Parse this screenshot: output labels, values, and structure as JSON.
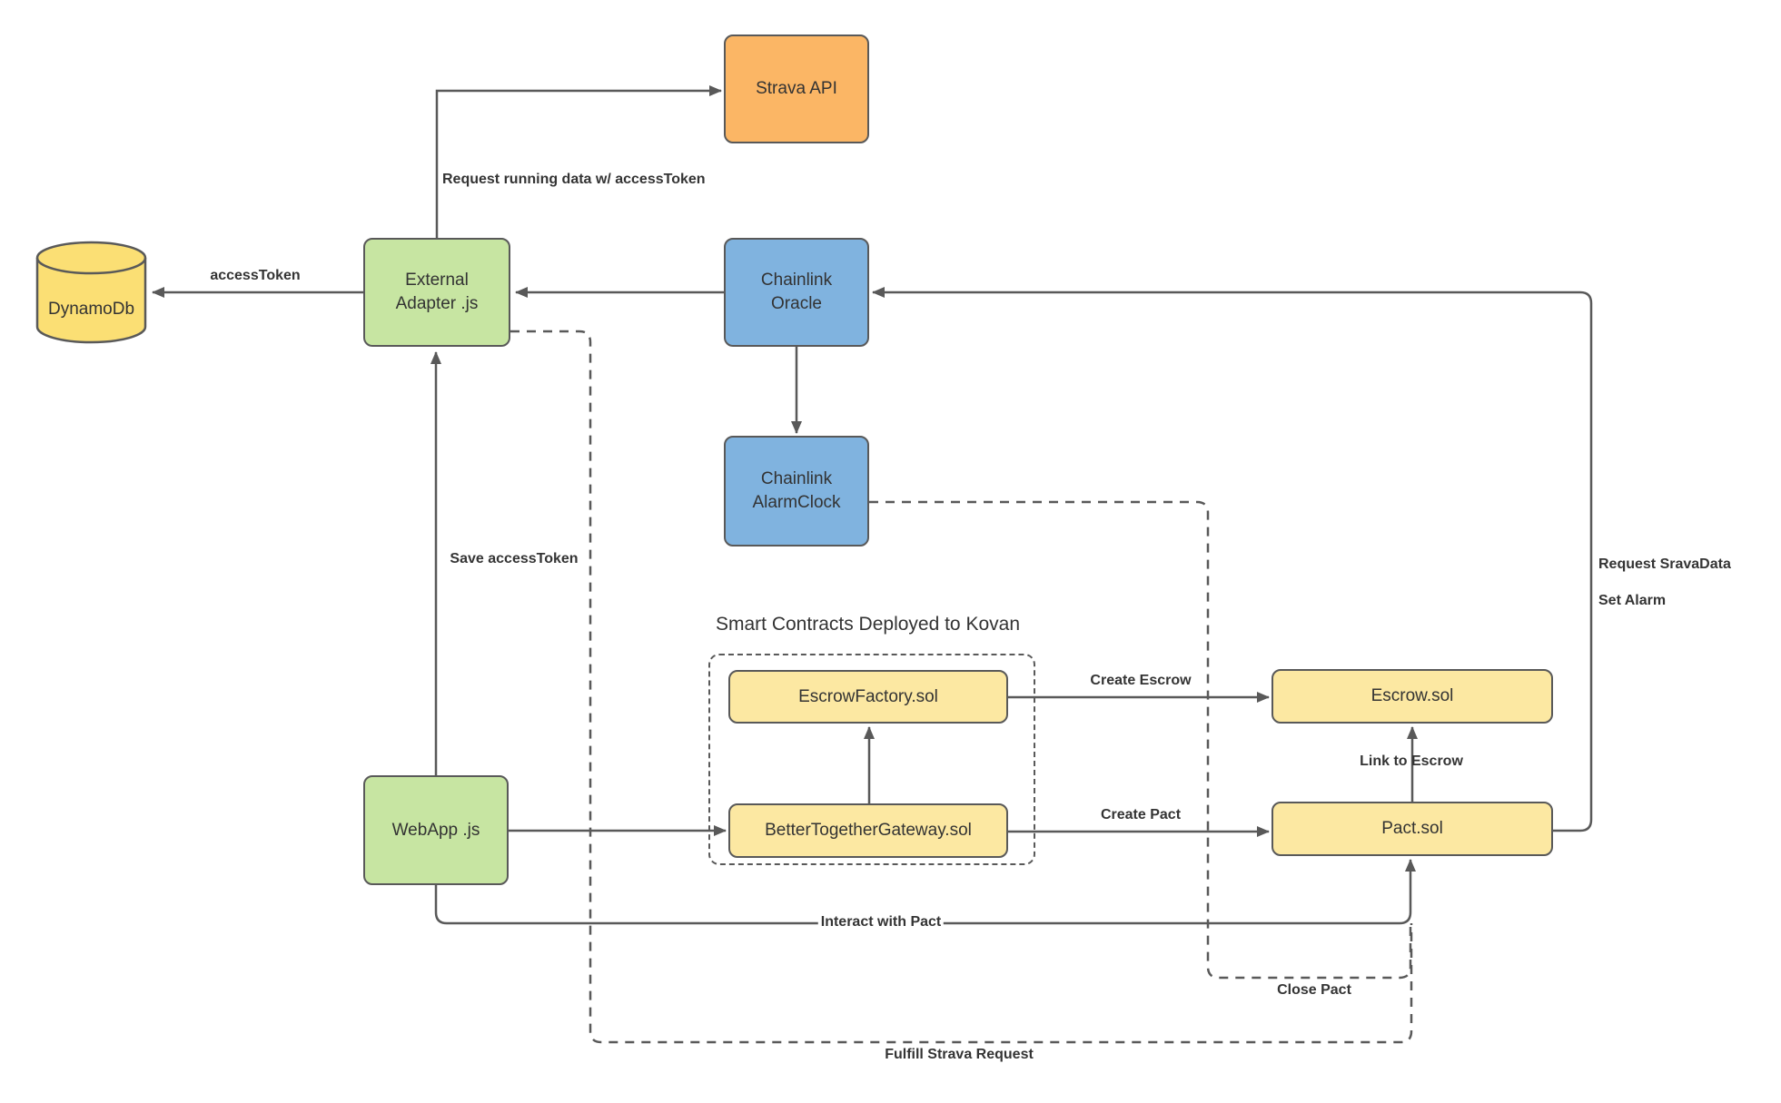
{
  "diagram": {
    "nodes": {
      "strava_api": {
        "label": "Strava API"
      },
      "dynamodb": {
        "label": "DynamoDb"
      },
      "external_adapter": {
        "label": "External\nAdapter .js"
      },
      "chainlink_oracle": {
        "label": "Chainlink\nOracle"
      },
      "chainlink_alarmclock": {
        "label": "Chainlink\nAlarmClock"
      },
      "webapp": {
        "label": "WebApp .js"
      },
      "escrow_factory": {
        "label": "EscrowFactory.sol"
      },
      "better_together_gateway": {
        "label": "BetterTogetherGateway.sol"
      },
      "escrow": {
        "label": "Escrow.sol"
      },
      "pact": {
        "label": "Pact.sol"
      }
    },
    "group_title": "Smart Contracts Deployed to Kovan",
    "edge_labels": {
      "request_running_data": "Request running data w/ accessToken",
      "access_token": "accessToken",
      "save_access_token": "Save accessToken",
      "create_escrow": "Create Escrow",
      "create_pact": "Create Pact",
      "link_to_escrow": "Link to Escrow",
      "interact_with_pact": "Interact with Pact",
      "close_pact": "Close Pact",
      "fulfill_strava_request": "Fulfill Strava Request",
      "request_srava_data": "Request SravaData",
      "set_alarm": "Set Alarm"
    },
    "colors": {
      "orange_node": "#FBB665",
      "green_node": "#C7E5A2",
      "blue_node": "#80B3DF",
      "yellow_node": "#FCE8A2",
      "db_cylinder": "#FBDF74",
      "edge_line": "#595959",
      "node_text": "#333333",
      "label_text": "#343434"
    }
  }
}
